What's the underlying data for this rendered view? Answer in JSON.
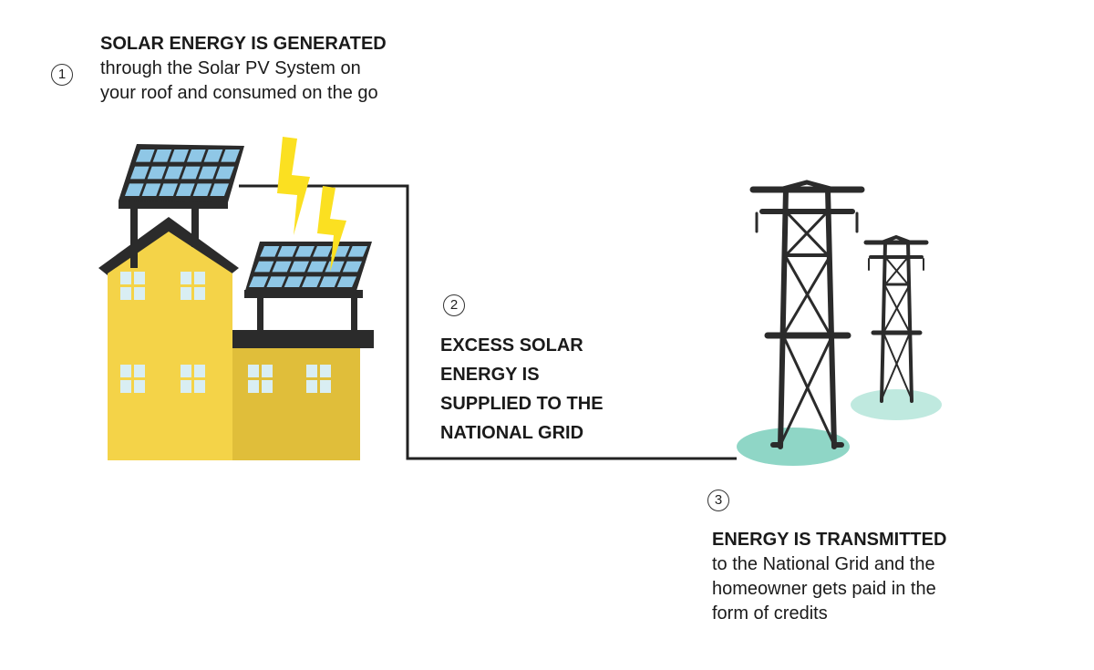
{
  "steps": [
    {
      "number": "1",
      "heading": "SOLAR ENERGY IS GENERATED",
      "lines": [
        "through the Solar PV System  on",
        "your roof and consumed on the go"
      ]
    },
    {
      "number": "2",
      "heading": "",
      "lines": [
        "EXCESS SOLAR",
        "ENERGY IS",
        "SUPPLIED TO THE",
        "NATIONAL GRID"
      ]
    },
    {
      "number": "3",
      "heading": "ENERGY IS TRANSMITTED",
      "lines": [
        "to the National Grid and the",
        "homeowner gets paid in the",
        "form of credits"
      ]
    }
  ],
  "colors": {
    "building_main": "#f4d348",
    "building_side": "#e0be3a",
    "window": "#d9eef3",
    "panel": "#8fc7e6",
    "frame": "#2b2b2b",
    "lightning": "#fbe021",
    "ground": "#8fd6c6",
    "line": "#222222"
  }
}
